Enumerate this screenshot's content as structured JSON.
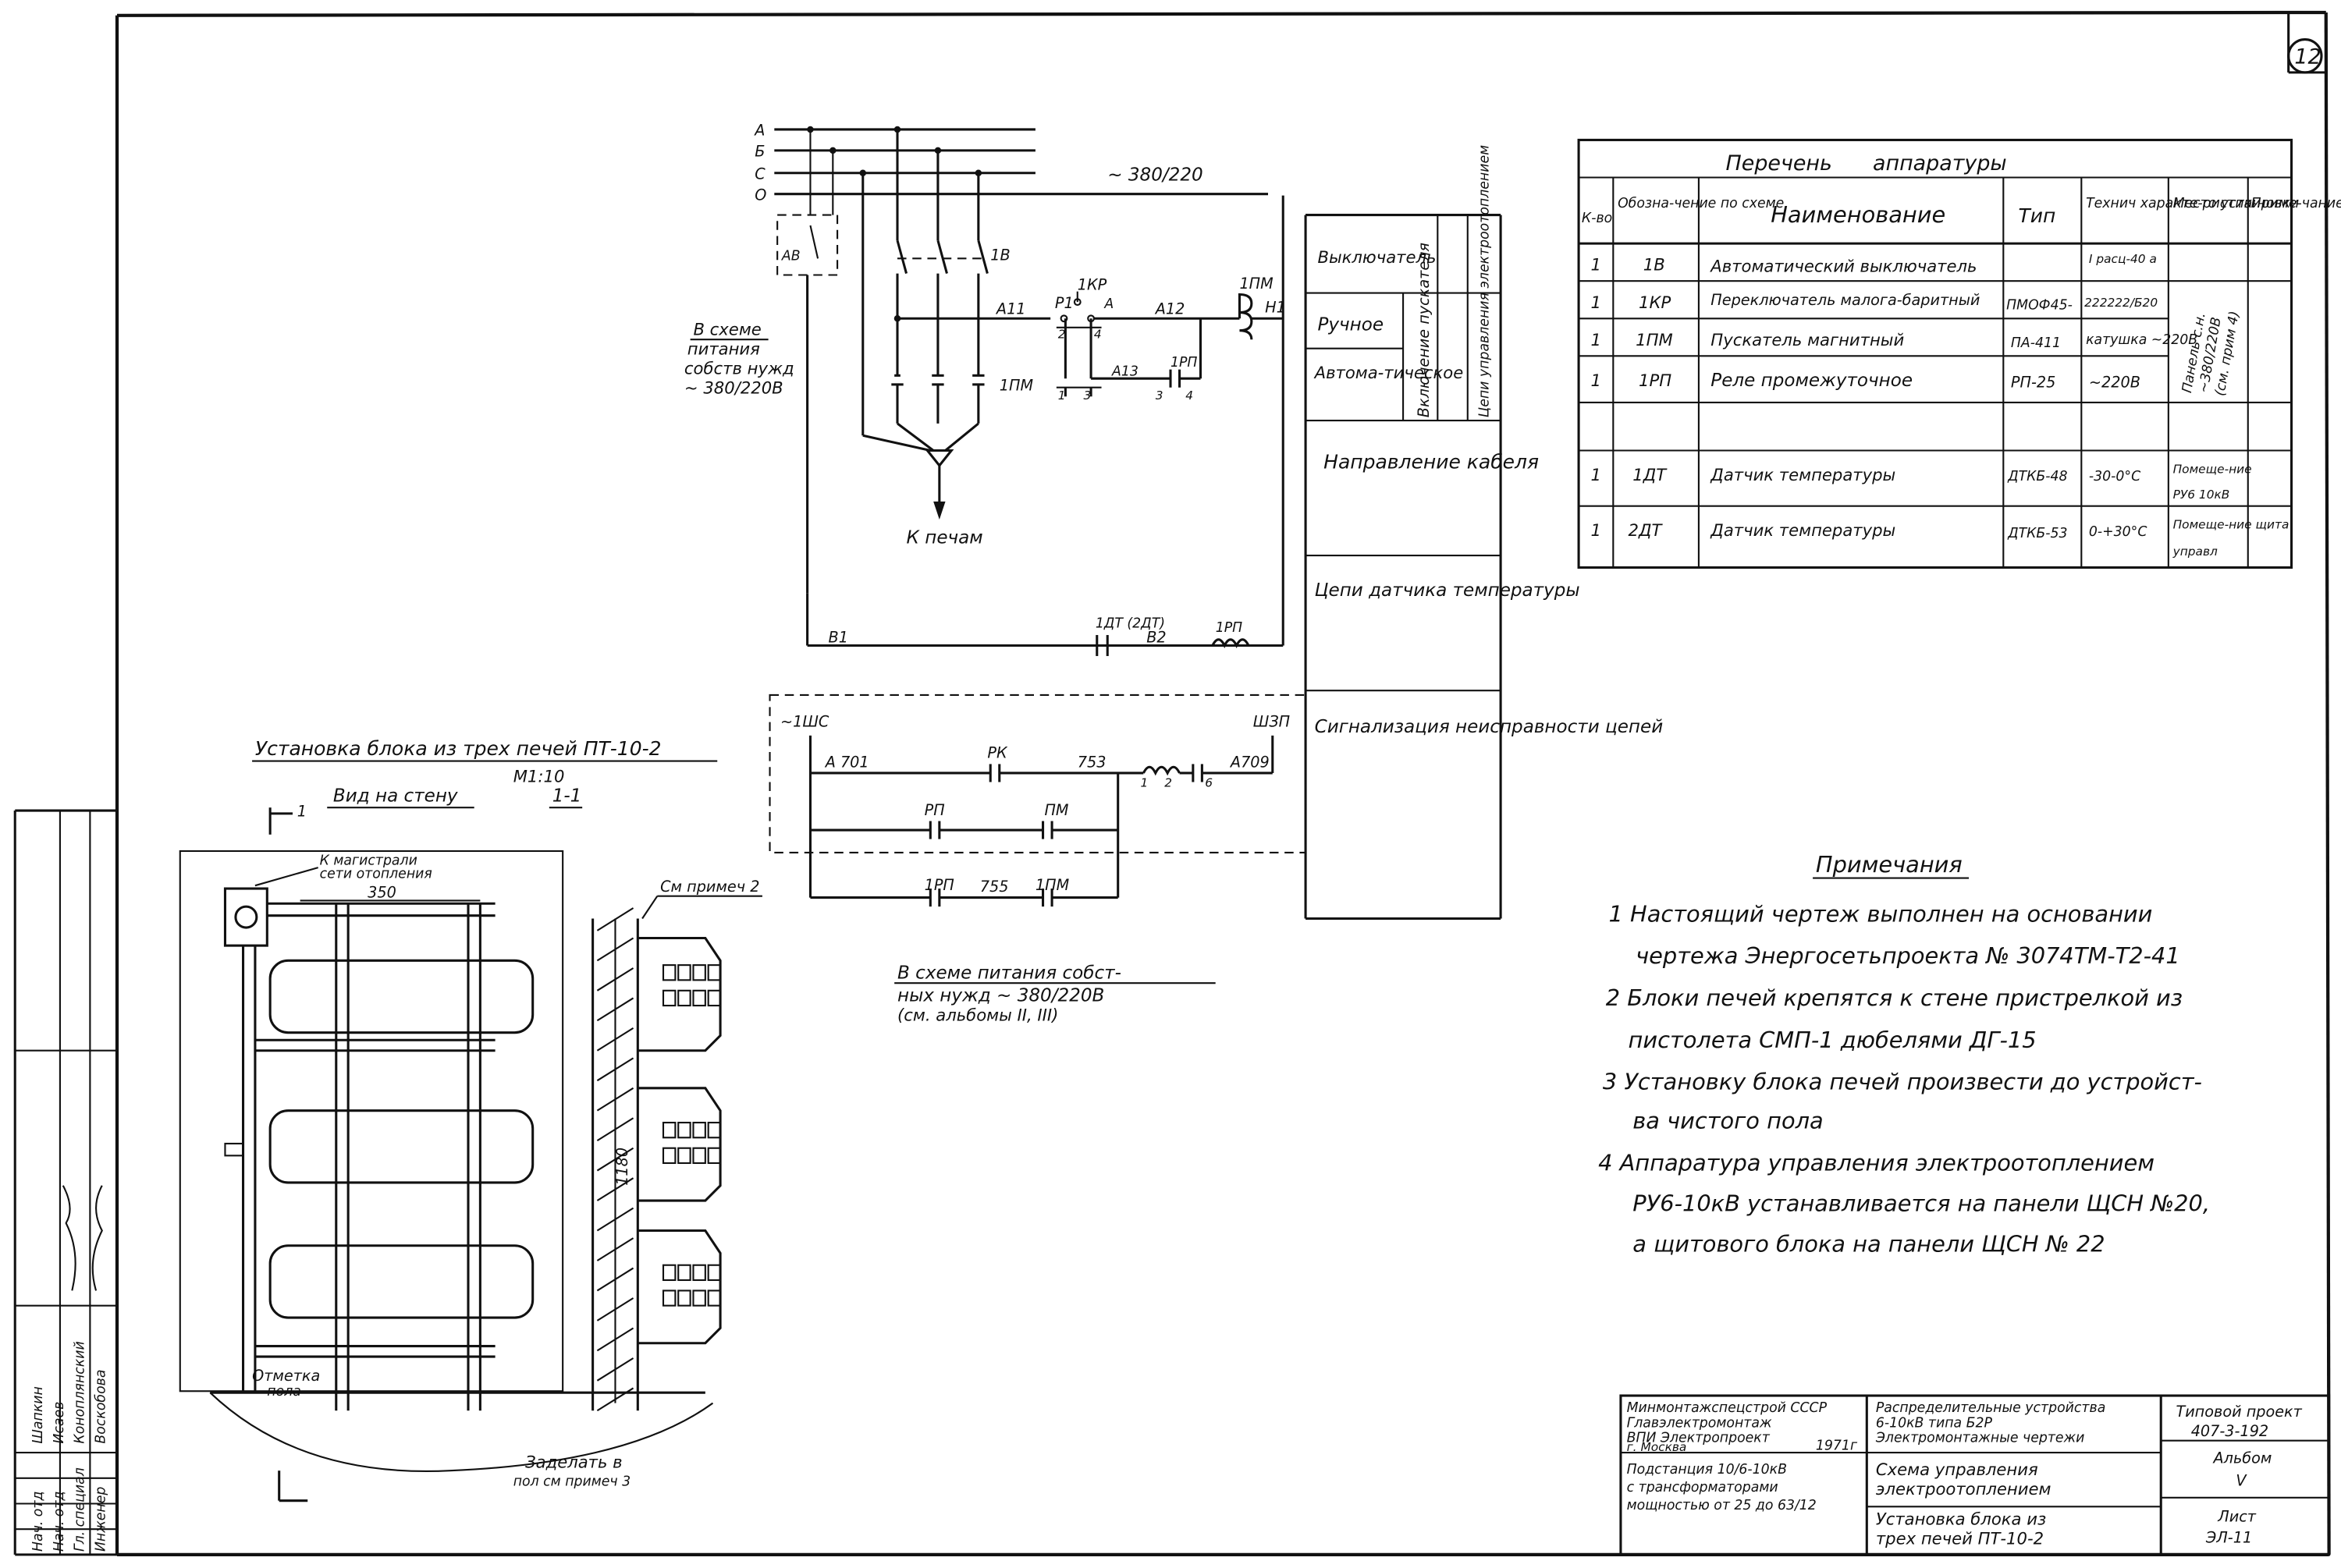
{
  "sheet_number": "12",
  "schematic": {
    "buses": [
      "А",
      "Б",
      "С",
      "О"
    ],
    "supply_label": "~ 380/220",
    "refs": {
      "ab": "АВ",
      "b1v": "1В",
      "a11": "А11",
      "p1": "Р1",
      "kr": "1КР",
      "a": "А",
      "a12": "А12",
      "pm_coil": "1ПМ",
      "h1": "Н1",
      "pm_contact": "1ПМ",
      "a13": "А13",
      "rp_contact": "1РП",
      "dt": "1ДТ (2ДТ)",
      "v1": "В1",
      "v2": "В2",
      "rp_coil": "1РП",
      "pin1": "1",
      "pin3": "3",
      "pin2": "2",
      "pin4": "4",
      "pin1b": "1",
      "pin3b": "3",
      "pin4b": "4"
    },
    "to_furnaces": "К печам",
    "note_supply": [
      "В схеме",
      "питания",
      "собств нужд",
      "~ 380/220В"
    ]
  },
  "function_table": {
    "rows": [
      {
        "label": "Выключатель"
      },
      {
        "label": "Ручное"
      },
      {
        "label": "Автома-тическое"
      },
      {
        "label": "Направление кабеля"
      },
      {
        "label": "Цепи датчика температуры"
      },
      {
        "label": "Сигнализация неисправности цепей"
      }
    ],
    "vertical_1": "Включение пускателя",
    "vertical_2": "Цепи управления электроотоплением"
  },
  "signal_circuit": {
    "left_label": "~1ШС",
    "right_label": "ШЗП",
    "a701": "А 701",
    "rk": "РК",
    "n753": "753",
    "a709": "А709",
    "rp": "РП",
    "pm": "ПМ",
    "rp1": "1РП",
    "n755": "755",
    "pm1": "1ПМ",
    "n1": "1",
    "n2": "2",
    "n6": "6",
    "note": [
      "В схеме питания собст-",
      "ных нужд ~ 380/220В",
      "(см. альбомы II, III)"
    ]
  },
  "equipment": {
    "title_1": "Перечень",
    "title_2": "аппаратуры",
    "headers": [
      "К-во",
      "Обозна-чение по схеме",
      "Наименование",
      "Тип",
      "Технич характе-ристики",
      "Место уста-новки",
      "Приме-чание"
    ],
    "rows": [
      {
        "qty": "1",
        "ref": "1В",
        "name": "Автоматический выключатель",
        "type": "",
        "spec": "I расц-40 а"
      },
      {
        "qty": "1",
        "ref": "1КР",
        "name": "Переключатель малога-баритный",
        "type": "ПМОФ45-",
        "spec": "222222/Б20"
      },
      {
        "qty": "1",
        "ref": "1ПМ",
        "name": "Пускатель магнитный",
        "type": "ПА-411",
        "spec": "катушка ~220В"
      },
      {
        "qty": "1",
        "ref": "1РП",
        "name": "Реле промежуточное",
        "type": "РП-25",
        "spec": "~220В"
      },
      {
        "qty": "",
        "ref": "",
        "name": "",
        "type": "",
        "spec": ""
      },
      {
        "qty": "1",
        "ref": "1ДТ",
        "name": "Датчик температуры",
        "type": "ДТКБ-48",
        "spec": "-30-0°С"
      },
      {
        "qty": "1",
        "ref": "2ДТ",
        "name": "Датчик температуры",
        "type": "ДТКБ-53",
        "spec": "0-+30°С"
      }
    ],
    "place_panel": [
      "Панель с.н.",
      "~380/220В",
      "(см. прим 4)"
    ],
    "place_1dt": [
      "Помеще-ние",
      "РУ6 10кВ"
    ],
    "place_2dt": [
      "Помеще-ние щита",
      "управл"
    ]
  },
  "installation": {
    "title": "Установка блока из трех печей ПТ-10-2",
    "scale": "М1:10",
    "view": "Вид на стену",
    "section": "1-1",
    "mark": "1",
    "heating_net": [
      "К магистрали",
      "сети отопления"
    ],
    "dim_350": "350",
    "dim_1180": "1180",
    "see_note2": "См примеч 2",
    "floor_mark": [
      "Отметка",
      "пола"
    ],
    "embed": [
      "Заделать в",
      "пол см примеч 3"
    ]
  },
  "notes": {
    "title": "Примечания",
    "items": [
      "1 Настоящий чертеж выполнен на основании",
      "чертежа Энергосетьпроекта № 3074ТМ-Т2-41",
      "2 Блоки печей крепятся к стене пристрелкой из",
      "пистолета СМП-1 дюбелями ДГ-15",
      "3 Установку блока печей произвести до устройст-",
      "ва чистого пола",
      "4 Аппаратура управления электроотоплением",
      "РУ6-10кВ устанавливается на панели ЩСН №20,",
      "а щитового блока на панели ЩСН № 22"
    ]
  },
  "title_block": {
    "org": [
      "Минмонтажспецстрой СССР",
      "Главэлектромонтаж",
      "ВПИ Электропроект",
      "г. Москва"
    ],
    "year": "1971г",
    "subject": [
      "Распределительные устройства",
      "6-10кВ типа Б2Р",
      "Электромонтажные чертежи"
    ],
    "project_label": "Типовой проект",
    "project_no": "407-3-192",
    "album_label": "Альбом",
    "album_no": "V",
    "substation": [
      "Подстанция 10/6-10кВ",
      "с трансформаторами",
      "мощностью от 25 до 63/12"
    ],
    "drawing_title": [
      "Схема управления",
      "электроотоплением",
      "Установка блока из",
      "трех печей ПТ-10-2"
    ],
    "sheet_label": "Лист",
    "sheet_no": "ЭЛ-11"
  },
  "side_stamp": {
    "roles": [
      "Инженер",
      "Гл. специал",
      "Нач. отд",
      "Нач. отд"
    ],
    "names": [
      "Воскобова",
      "Коноплянский",
      "Исаев",
      "Шапкин"
    ]
  }
}
